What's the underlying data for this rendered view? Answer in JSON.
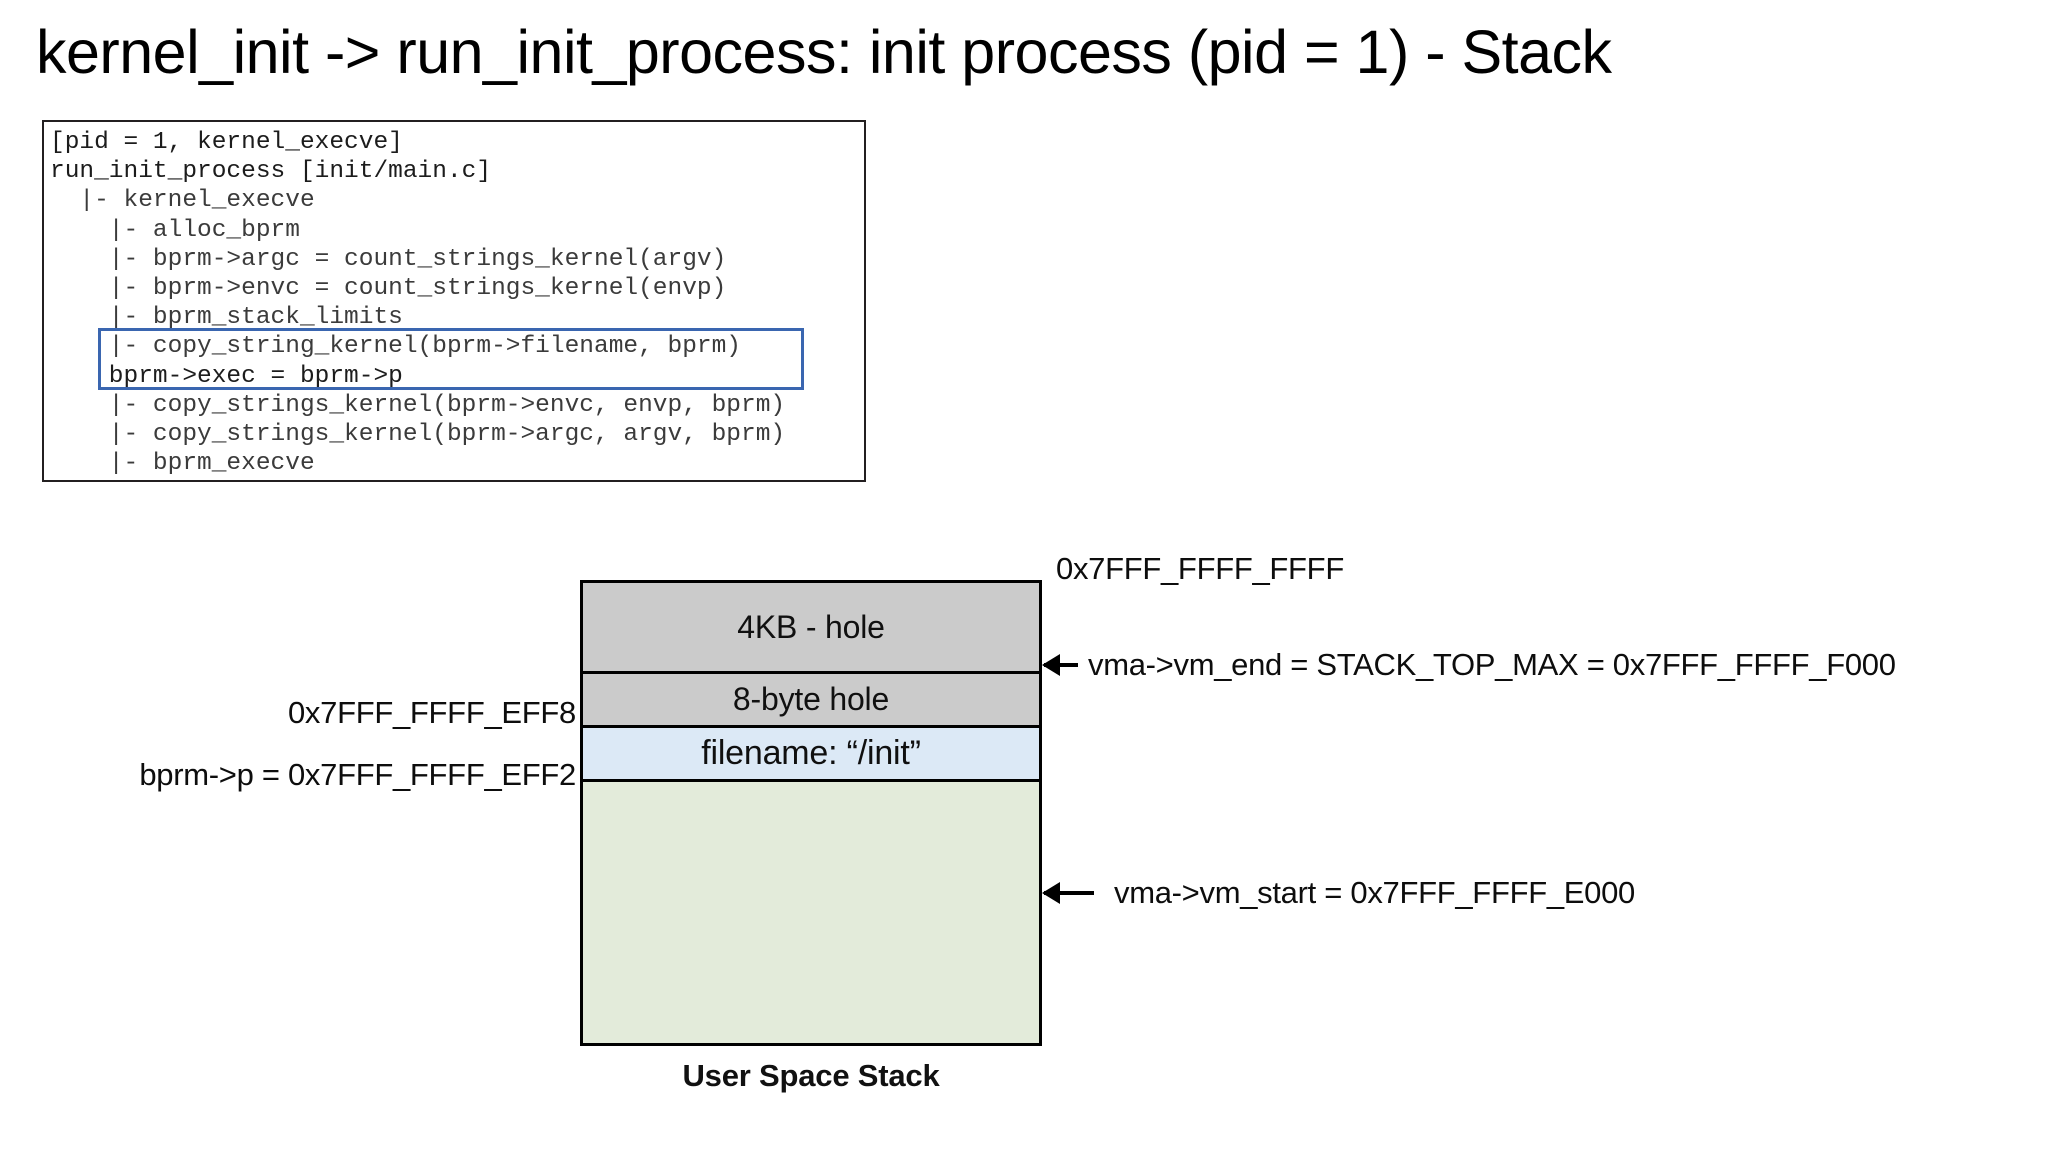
{
  "title": "kernel_init -> run_init_process: init process (pid = 1) - Stack",
  "code_block": {
    "lines": [
      "[pid = 1, kernel_execve]",
      "run_init_process [init/main.c]",
      "  |- kernel_execve",
      "    |- alloc_bprm",
      "    |- bprm->argc = count_strings_kernel(argv)",
      "    |- bprm->envc = count_strings_kernel(envp)",
      "    |- bprm_stack_limits",
      "    |- copy_string_kernel(bprm->filename, bprm)",
      "    bprm->exec = bprm->p",
      "    |- copy_strings_kernel(bprm->envc, envp, bprm)",
      "    |- copy_strings_kernel(bprm->argc, argv, bprm)",
      "    |- bprm_execve"
    ],
    "highlight_color": "#3A66B0",
    "highlighted_lines": [
      7,
      8
    ]
  },
  "stack": {
    "caption": "User Space Stack",
    "segments": [
      {
        "name": "4kb-hole",
        "label": "4KB - hole",
        "color": "#CBCBCB"
      },
      {
        "name": "8byte-hole",
        "label": "8-byte hole",
        "color": "#CBCBCB"
      },
      {
        "name": "filename",
        "label": "filename: “/init”",
        "color": "#DCE9F6"
      },
      {
        "name": "free-space",
        "label": "",
        "color": "#E3EBDA"
      }
    ],
    "left_labels": [
      "0x7FFF_FFFF_EFF8",
      "bprm->p = 0x7FFF_FFFF_EFF2"
    ],
    "right_labels": {
      "top_address": "0x7FFF_FFFF_FFFF",
      "vm_end": "vma->vm_end = STACK_TOP_MAX = 0x7FFF_FFFF_F000",
      "vm_start": "vma->vm_start = 0x7FFF_FFFF_E000"
    }
  }
}
